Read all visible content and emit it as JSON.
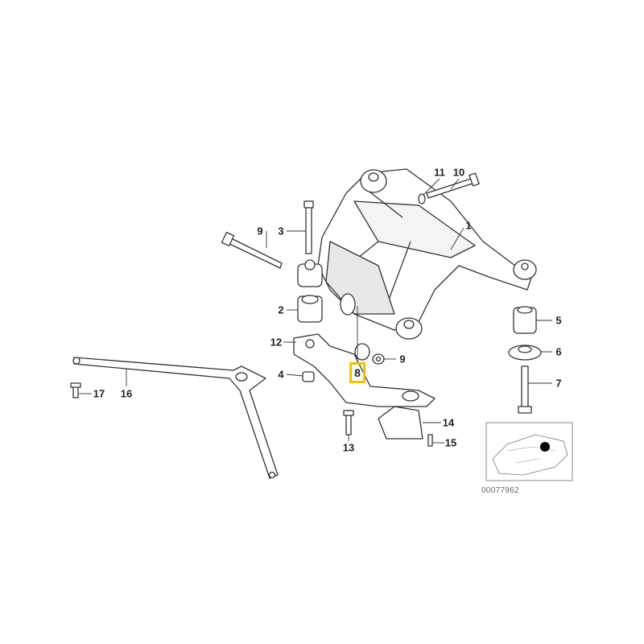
{
  "diagram": {
    "title": "Rear axle carrier parts diagram",
    "highlight_color": "#f2c200",
    "callouts": [
      {
        "id": "c1",
        "label": "1"
      },
      {
        "id": "c2",
        "label": "2"
      },
      {
        "id": "c3",
        "label": "3"
      },
      {
        "id": "c4",
        "label": "4"
      },
      {
        "id": "c5",
        "label": "5"
      },
      {
        "id": "c6",
        "label": "6"
      },
      {
        "id": "c7",
        "label": "7"
      },
      {
        "id": "c8",
        "label": "8",
        "highlighted": true
      },
      {
        "id": "c9a",
        "label": "9"
      },
      {
        "id": "c9b",
        "label": "9"
      },
      {
        "id": "c10",
        "label": "10"
      },
      {
        "id": "c11",
        "label": "11"
      },
      {
        "id": "c12",
        "label": "12"
      },
      {
        "id": "c13",
        "label": "13"
      },
      {
        "id": "c14",
        "label": "14"
      },
      {
        "id": "c15",
        "label": "15"
      },
      {
        "id": "c16",
        "label": "16"
      },
      {
        "id": "c17",
        "label": "17"
      }
    ],
    "inset_code": "00077962"
  }
}
